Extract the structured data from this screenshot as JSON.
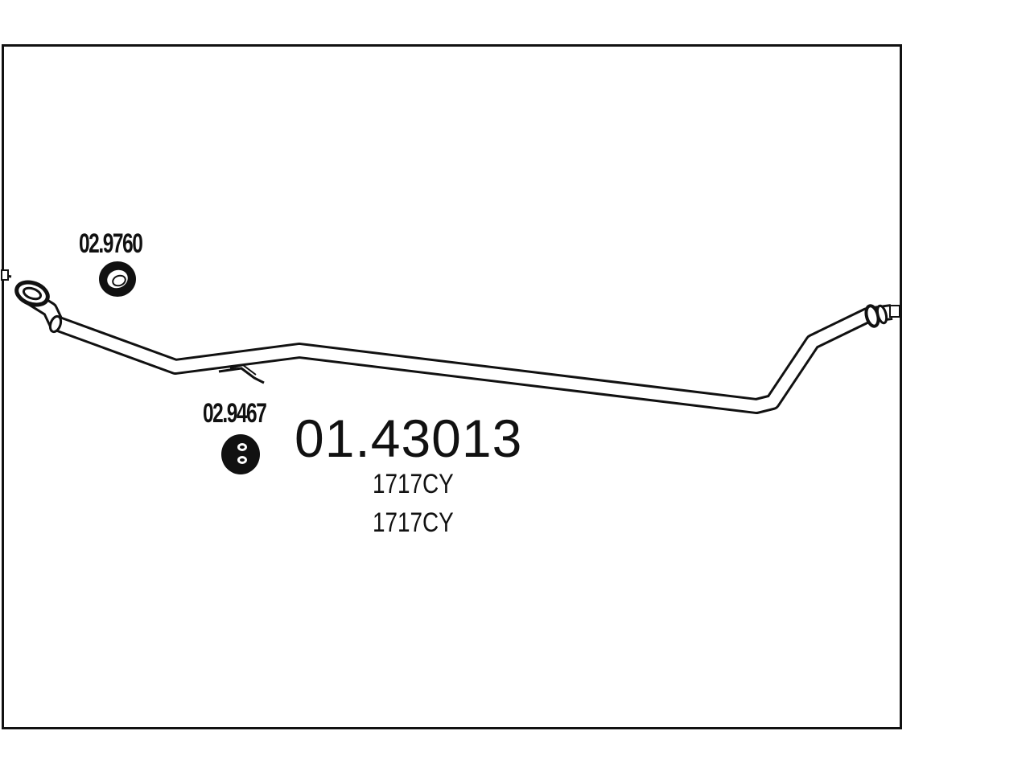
{
  "diagram": {
    "part_number": "01.43013",
    "references": [
      "1717CY",
      "1717CY"
    ],
    "components": {
      "clamp_ring": {
        "code": "02.9760",
        "icon": "clamp-ring-icon"
      },
      "rubber_hanger": {
        "code": "02.9467",
        "icon": "rubber-hanger-icon"
      },
      "exhaust_pipe": {
        "icon": "exhaust-pipe-icon"
      }
    },
    "colors": {
      "line": "#111111",
      "background": "#ffffff"
    }
  }
}
